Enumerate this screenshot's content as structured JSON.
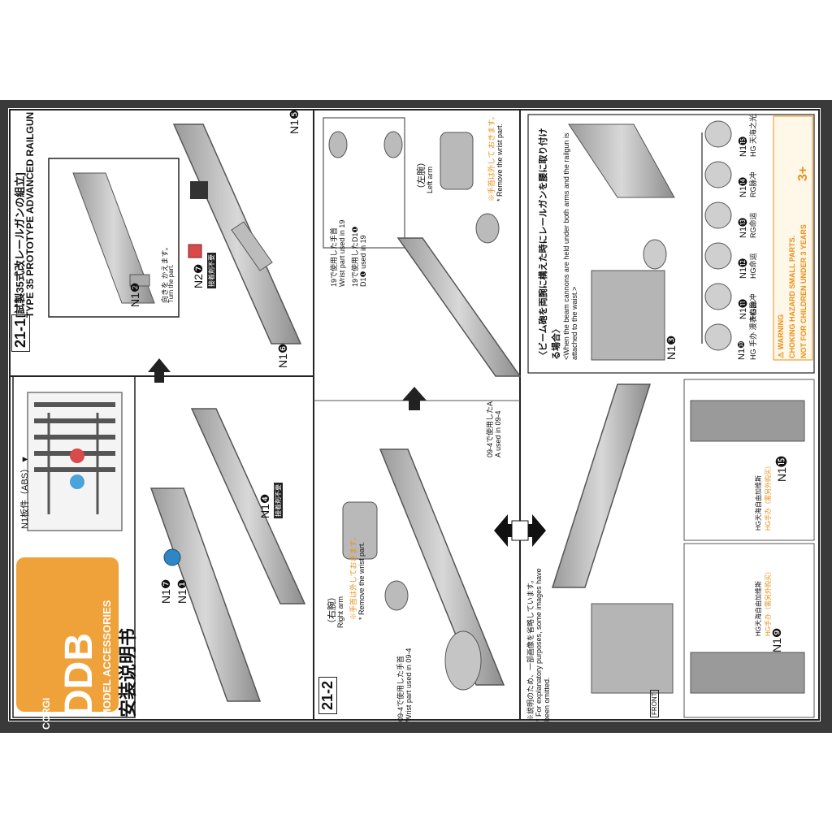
{
  "brand": {
    "logo_text": "DDB",
    "corgi": "CORGI",
    "tagline": "MODEL ACCESSORIES",
    "manual_title": "安装说明书",
    "color": "#f0a23a"
  },
  "sprue": {
    "label": "N1板件（ABS）▼"
  },
  "steps": {
    "s21_1": "21-1",
    "s21_2": "21-2"
  },
  "section": {
    "title_jp": "[試製35式改レールガンの組立]",
    "title_en": "TYPE 35 PROTOTYPE ADVANCED RAILGUN"
  },
  "parts": {
    "n1_1": "N1❶",
    "n1_7": "N1❼",
    "n1_4": "N1❹",
    "n1_2": "N1❷",
    "n2_7": "N2❼",
    "n1_5": "N1❺",
    "n1_6": "N1❻",
    "n1_3": "N1❸",
    "n1_9": "N1❾",
    "n1_15b": "N1⓯",
    "chip": "接着剤不要"
  },
  "notes": {
    "turn_jp": "向きを かえます。",
    "turn_en": "Turn the part.",
    "right_arm_jp": "（右腕）",
    "right_arm_en": "Right arm",
    "remove_wrist_jp": "※手首は外しておきます。",
    "remove_wrist_en": "* Remove the wrist part.",
    "wrist09_jp": "09-4で使用した手首",
    "wrist09_en": "Wrist part used in 09-4",
    "a09_jp": "09-4で使用したA",
    "a09_en": "A used in 09-4",
    "left_arm_jp": "（左腕）",
    "left_arm_en": "Left arm",
    "remove_wrist2_jp": "※手首は外して おきます。",
    "remove_wrist2_en": "* Remove the wrist part.",
    "wrist19_jp": "19で使用した手首",
    "wrist19_en": "Wrist part used in 19",
    "d19_jp": "19で使用したD1❶",
    "d19_en": "D1❶ used in 19",
    "expl_jp": "※説明のため、一部画像を省略しています。",
    "expl_en": "* For explanatory purposes, some images have been omitted.",
    "beam_jp": "〈ビーム砲を両腕に構えた時にレールガンを腰に取り付ける場合〉",
    "beam_en": "<When the beam cannons are held under both arms and the railgun is attached to the waist.>",
    "hg1": "HG天海自由加维斯",
    "hg2": "HG手办（需另外购买）",
    "front": "FRONT"
  },
  "heads": [
    {
      "id": "N1⓯",
      "label": "HG 天海之光"
    },
    {
      "id": "N1⓮",
      "label": "RG脉冲"
    },
    {
      "id": "N1⓭",
      "label": "RG命运"
    },
    {
      "id": "N1⓬",
      "label": "HG命运"
    },
    {
      "id": "N1⓫",
      "label": "HG脉冲"
    },
    {
      "id": "N1❿",
      "label": "HG 手办 漫表自由"
    }
  ],
  "warning": {
    "title": "⚠ WARNING",
    "line1": "CHOKING HAZARD SMALL PARTS.",
    "line2": "NOT FOR CHILDREN UNDER 3 YEARS",
    "age": "3+"
  }
}
